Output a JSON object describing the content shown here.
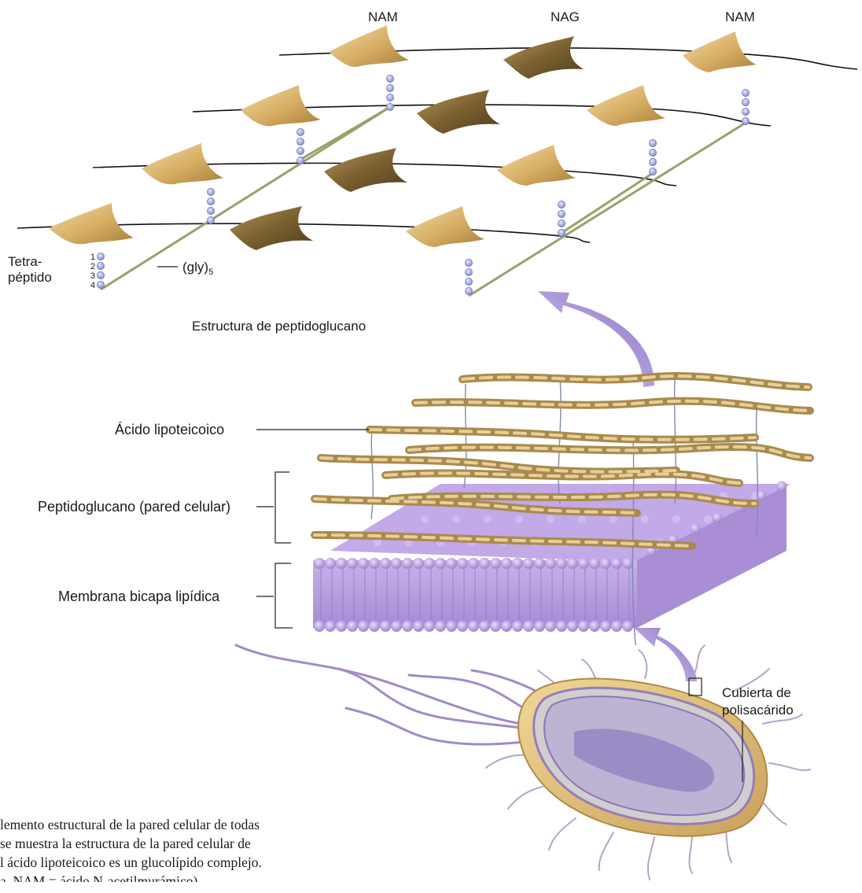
{
  "top_labels": {
    "nam_left": "NAM",
    "nag": "NAG",
    "nam_right": "NAM"
  },
  "tetrapeptide": {
    "line1": "Tetra-",
    "line2": "péptido",
    "n1": "1",
    "n2": "2",
    "n3": "3",
    "n4": "4"
  },
  "gly": {
    "text": "(gly)",
    "sub": "5"
  },
  "structure_title": "Estructura de peptidoglucano",
  "layers": {
    "lipoteichoic": "Ácido lipoteicoico",
    "peptidoglycan": "Peptidoglucano (pared celular)",
    "membrane": "Membrana bicapa lipídica"
  },
  "capsule": {
    "line1": "Cubierta de",
    "line2": "polisacárido"
  },
  "caption": [
    "lemento estructural de la pared celular de todas",
    "se muestra la estructura de la pared celular de",
    "l ácido lipoteicoico es un glucolípido complejo.",
    "a, NAM = ácido N-acetilmurámico)."
  ],
  "colors": {
    "nam": "#d9b46e",
    "nag": "#8a6f36",
    "peptide": "#a7acdc",
    "crosslink": "#9aa06a",
    "membrane": "#b89bdc",
    "arrow": "#9f86cf",
    "strand": "#bfa467"
  }
}
